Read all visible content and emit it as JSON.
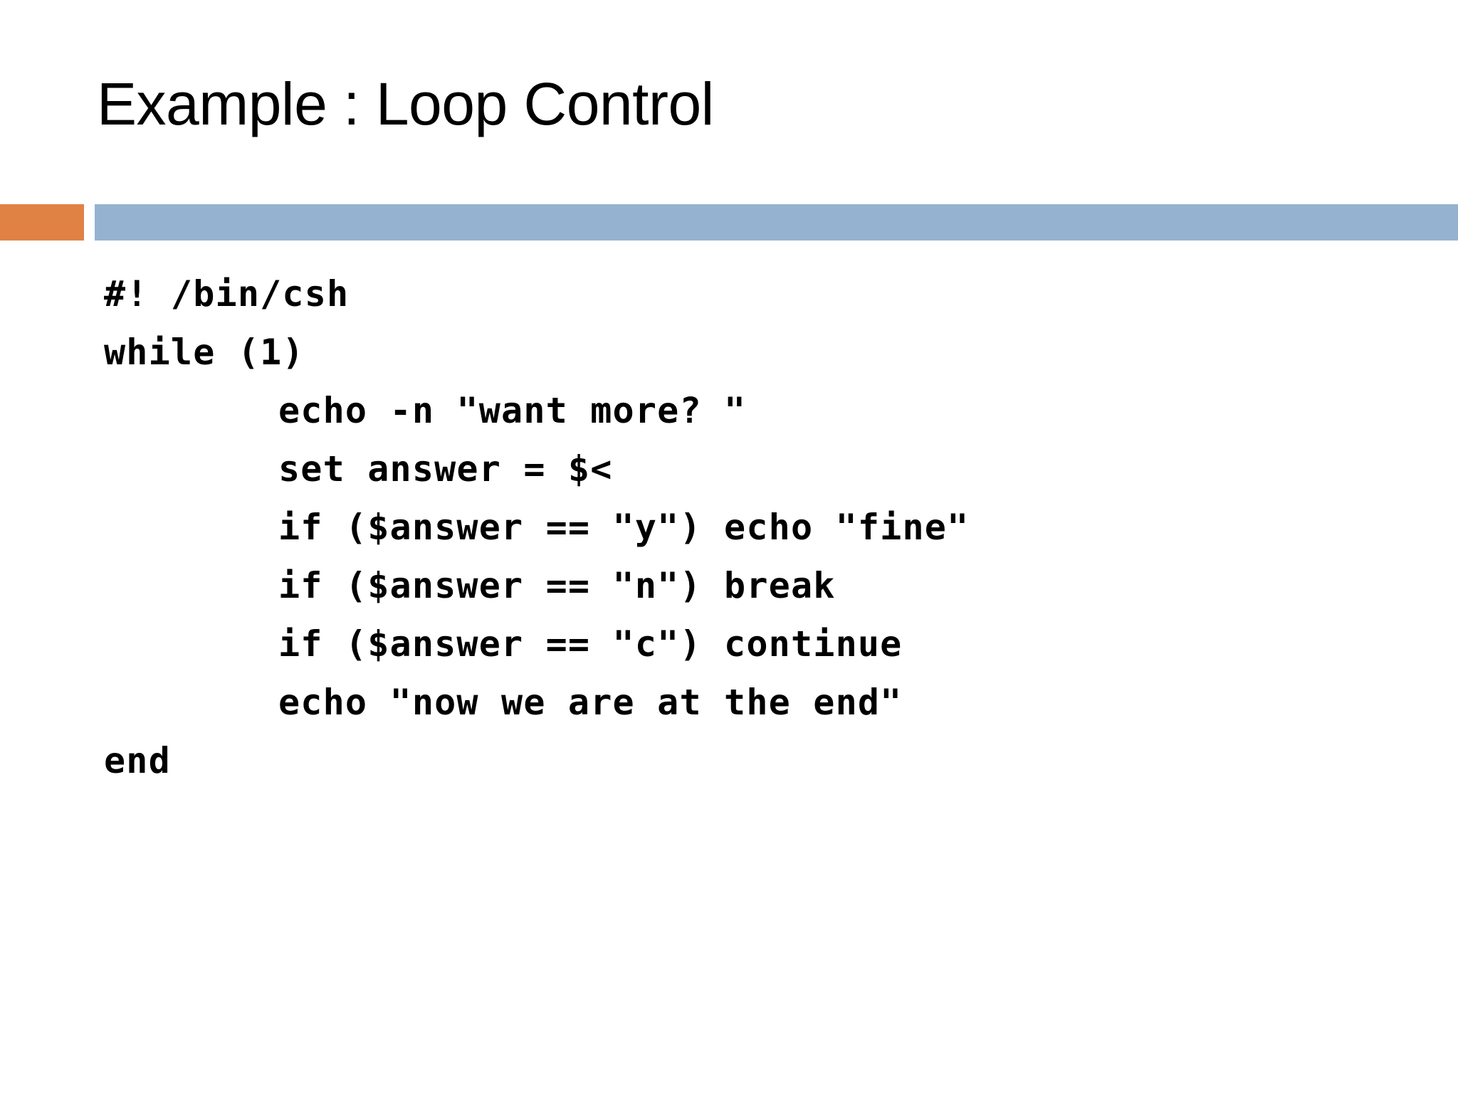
{
  "slide": {
    "title": "Example : Loop Control",
    "colors": {
      "accent_orange": "#DF8244",
      "divider_blue": "#95B3D0",
      "background": "#FFFFFF",
      "text": "#000000"
    },
    "code": {
      "language": "csh",
      "lines": [
        {
          "text": "#! /bin/csh",
          "indented": false
        },
        {
          "text": "while (1)",
          "indented": false
        },
        {
          "text": "echo -n \"want more? \"",
          "indented": true
        },
        {
          "text": "set answer = $<",
          "indented": true
        },
        {
          "text": "if ($answer == \"y\") echo \"fine\"",
          "indented": true
        },
        {
          "text": "if ($answer == \"n\") break",
          "indented": true
        },
        {
          "text": "if ($answer == \"c\") continue",
          "indented": true
        },
        {
          "text": "echo \"now we are at the end\"",
          "indented": true
        },
        {
          "text": "end",
          "indented": false
        }
      ]
    }
  }
}
